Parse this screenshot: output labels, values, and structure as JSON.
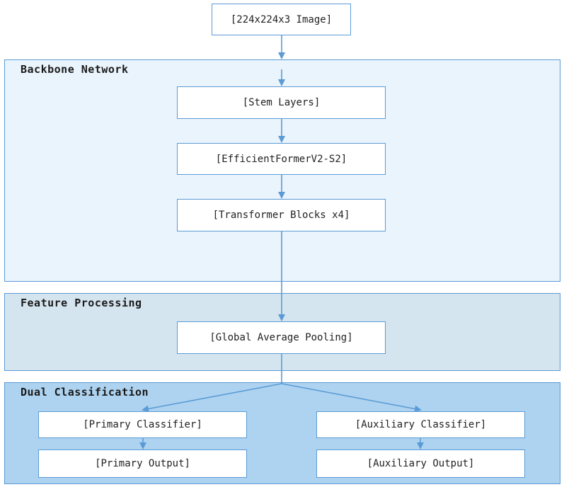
{
  "colors": {
    "line": "#5b9bd5",
    "backbone_bg": "#eaf4fc",
    "feature_bg": "#d5e5f0",
    "dual_bg": "#aed3f0"
  },
  "input": {
    "label": "[224x224x3 Image]"
  },
  "backbone": {
    "title": "Backbone Network",
    "stem": "[Stem Layers]",
    "efficientformer": "[EfficientFormerV2-S2]",
    "transformer": "[Transformer Blocks x4]"
  },
  "feature": {
    "title": "Feature Processing",
    "pooling": "[Global Average Pooling]"
  },
  "dual": {
    "title": "Dual Classification",
    "primary_classifier": "[Primary Classifier]",
    "auxiliary_classifier": "[Auxiliary Classifier]",
    "primary_output": "[Primary Output]",
    "auxiliary_output": "[Auxiliary Output]"
  }
}
